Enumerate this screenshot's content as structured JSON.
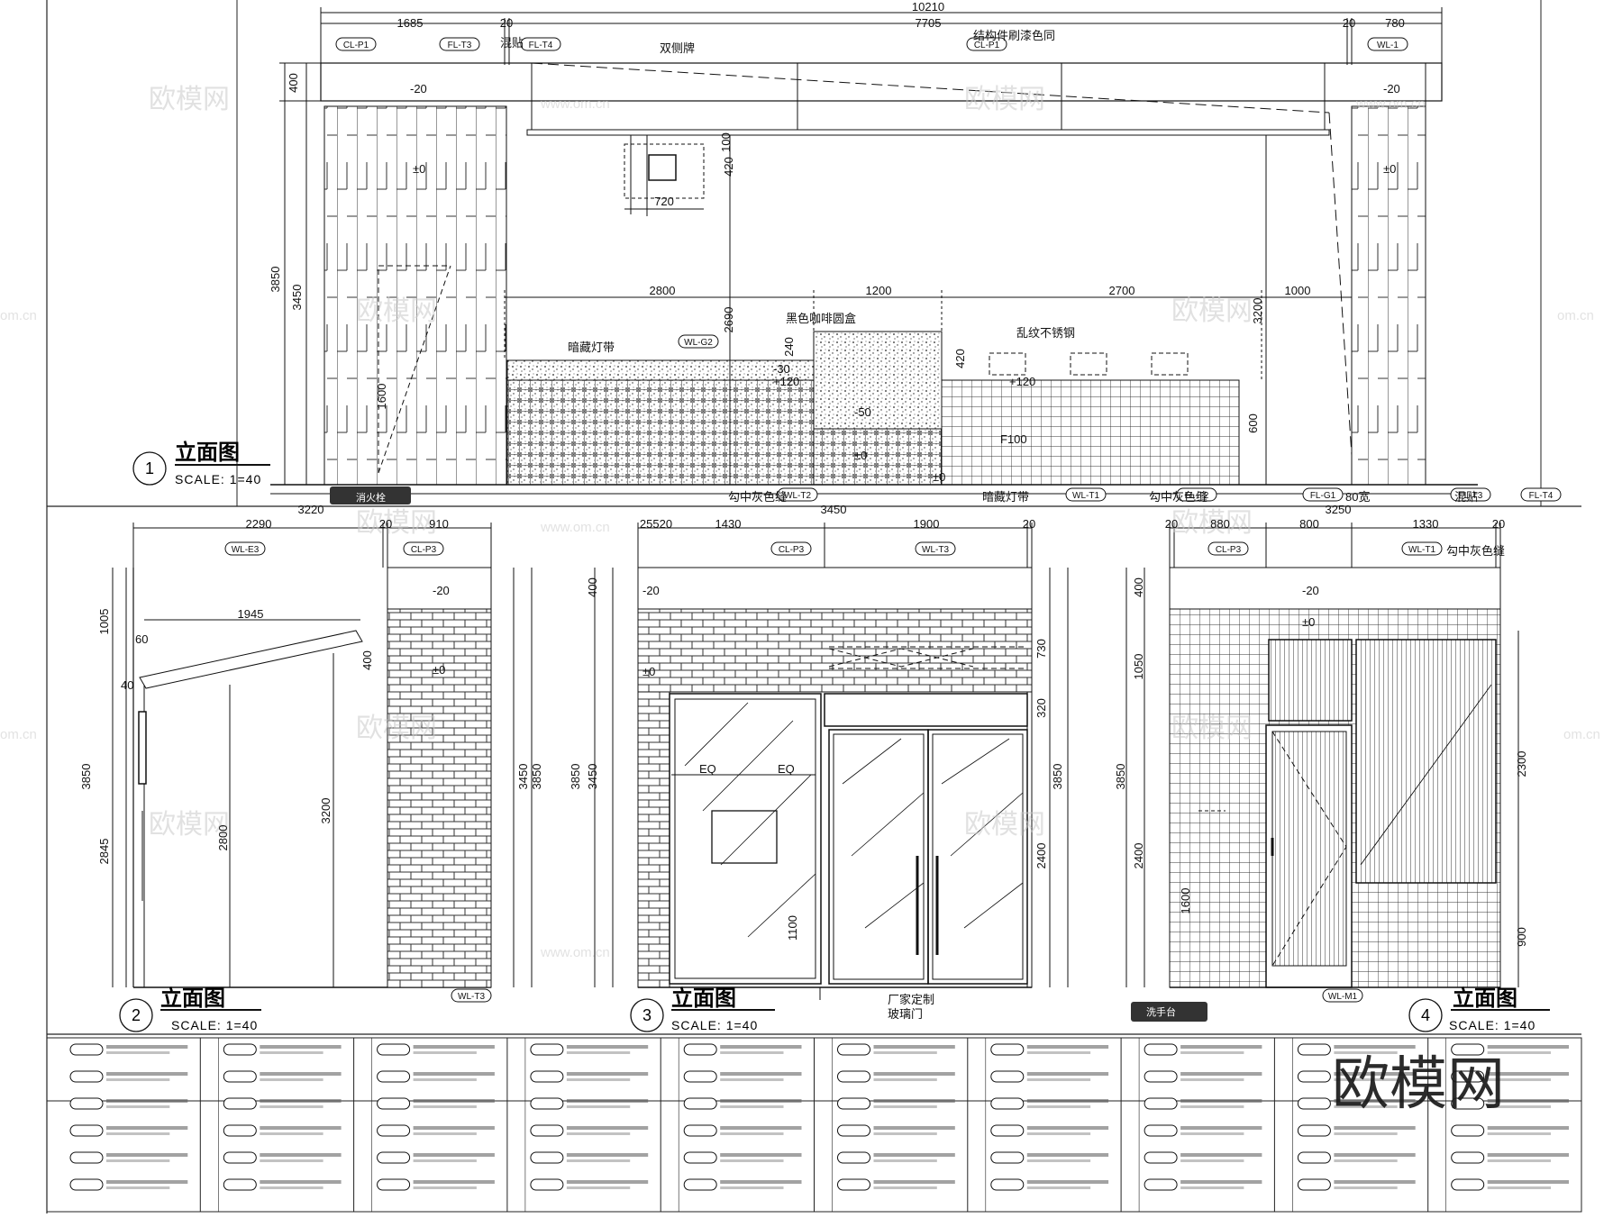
{
  "elevation_1": {
    "title": "立面图",
    "number": "1",
    "scale": "SCALE:   1=40",
    "top_dims": [
      "1685",
      "20",
      "7705",
      "20",
      "780"
    ],
    "overall_dim": "10210",
    "mid_dims": [
      "2800",
      "1200",
      "2700",
      "1000"
    ],
    "left_dims": [
      "400",
      "3850",
      "3450",
      "1600"
    ],
    "inner_dims": [
      "420",
      "2690",
      "240",
      "420",
      "600",
      "3200",
      "100"
    ],
    "levels": [
      "-20",
      "±0",
      "-20",
      "±0",
      "-30",
      "+120",
      "-50",
      "±0",
      "+120",
      "±0",
      "F100"
    ],
    "sign_width": "720",
    "tags": [
      "CL-P1",
      "FL-T3",
      "FL-T4",
      "CL-P1",
      "WL-1",
      "WL-G2",
      "WL-T2",
      "WL-T1",
      "FL-T2",
      "FL-G1",
      "FL-T3",
      "FL-T4"
    ],
    "notes": [
      "混贴",
      "双侧牌",
      "结构件刷漆色同",
      "暗藏灯带",
      "黑色咖啡圆盒",
      "乱纹不锈钢",
      "勾中灰色缝",
      "暗藏灯带",
      "勾中灰色缝",
      "80宽",
      "混贴"
    ],
    "bottom_dims": [
      "3220",
      "3450",
      "3250"
    ],
    "badge": "消火栓"
  },
  "elevation_2": {
    "title": "立面图",
    "number": "2",
    "scale": "SCALE:   1=40",
    "top_dims": [
      "2290",
      "20",
      "910"
    ],
    "tags": [
      "WL-E3",
      "CL-P3",
      "WL-T3"
    ],
    "dims": [
      "1945",
      "60",
      "40",
      "400",
      "1005",
      "3850",
      "2845",
      "2800",
      "3200",
      "3450",
      "3850"
    ],
    "levels": [
      "-20",
      "±0"
    ]
  },
  "elevation_3": {
    "title": "立面图",
    "number": "3",
    "scale": "SCALE:   1=40",
    "top_dims": [
      "25520",
      "1430",
      "1900",
      "20"
    ],
    "tags": [
      "CL-P3",
      "WL-T3"
    ],
    "dims": [
      "400",
      "3850",
      "3450",
      "730",
      "320",
      "3850",
      "2400",
      "1100"
    ],
    "levels": [
      "-20",
      "±0"
    ],
    "eq": [
      "EQ",
      "EQ"
    ],
    "note": "厂家定制",
    "note2": "玻璃门"
  },
  "elevation_4": {
    "title": "立面图",
    "number": "4",
    "scale": "SCALE:   1=40",
    "top_dims": [
      "20",
      "880",
      "800",
      "1330",
      "20"
    ],
    "tags": [
      "CL-P3",
      "WL-T1",
      "WL-M1"
    ],
    "note": "勾中灰色缝",
    "dims": [
      "400",
      "1050",
      "3850",
      "2400",
      "1600",
      "2300",
      "900"
    ],
    "levels": [
      "-20",
      "±0"
    ],
    "badge": "洗手台"
  },
  "table": {
    "columns": 10,
    "rows": 2
  },
  "watermark": {
    "big": "欧模网",
    "small": "www.om.cn",
    "mark": "om.cn"
  }
}
